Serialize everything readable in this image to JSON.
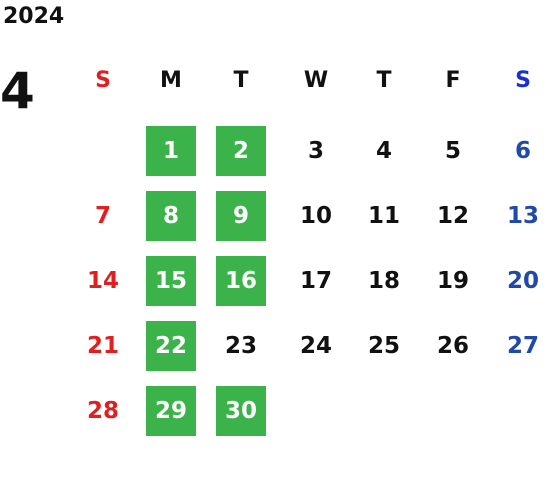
{
  "year": "2024",
  "month": "4",
  "colors": {
    "sunday": "#e02020",
    "saturday_header": "#1a2fd1",
    "saturday": "#1f4aa8",
    "weekday": "#111111",
    "highlight_bg": "#3bb34a",
    "highlight_text": "#ffffff"
  },
  "weekdays": [
    "S",
    "M",
    "T",
    "W",
    "T",
    "F",
    "S"
  ],
  "weeks": [
    [
      "",
      "1",
      "2",
      "3",
      "4",
      "5",
      "6"
    ],
    [
      "7",
      "8",
      "9",
      "10",
      "11",
      "12",
      "13"
    ],
    [
      "14",
      "15",
      "16",
      "17",
      "18",
      "19",
      "20"
    ],
    [
      "21",
      "22",
      "23",
      "24",
      "25",
      "26",
      "27"
    ],
    [
      "28",
      "29",
      "30",
      "",
      "",
      "",
      ""
    ]
  ],
  "highlighted_days": [
    "1",
    "2",
    "8",
    "9",
    "15",
    "16",
    "22",
    "29",
    "30"
  ]
}
